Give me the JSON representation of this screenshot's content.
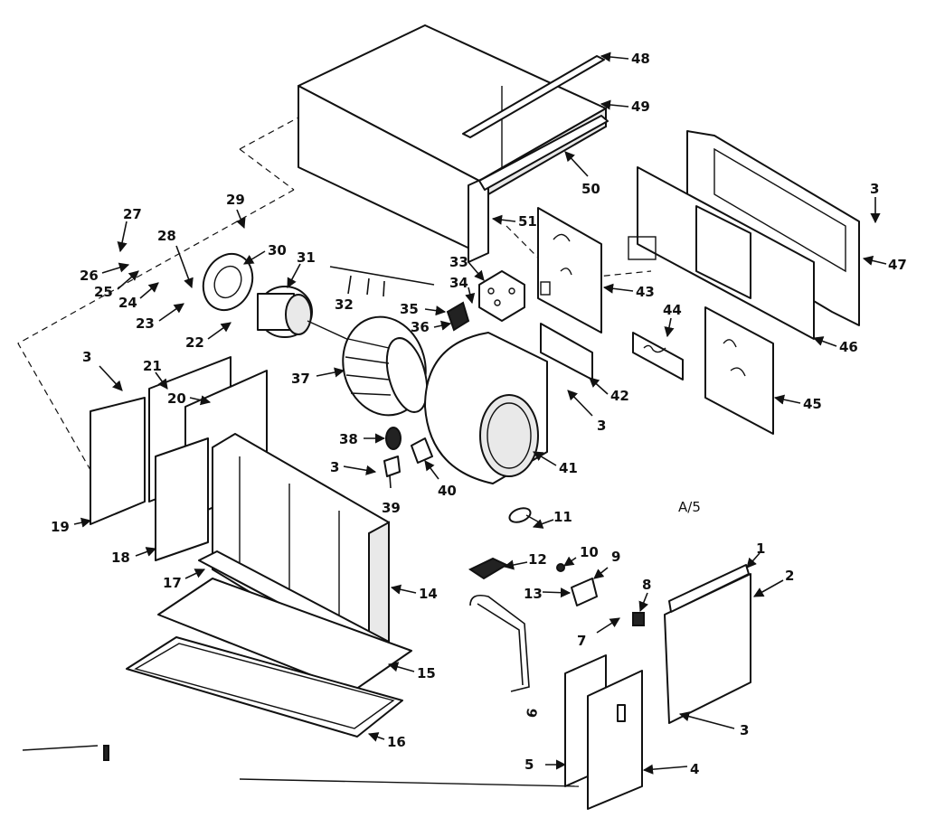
{
  "sheet_note": "A/5",
  "labels": [
    "1",
    "2",
    "3",
    "4",
    "5",
    "6",
    "7",
    "8",
    "9",
    "10",
    "11",
    "12",
    "13",
    "14",
    "15",
    "16",
    "17",
    "18",
    "19",
    "20",
    "21",
    "22",
    "23",
    "24",
    "25",
    "26",
    "27",
    "28",
    "29",
    "30",
    "31",
    "32",
    "33",
    "34",
    "35",
    "36",
    "37",
    "38",
    "39",
    "40",
    "41",
    "42",
    "43",
    "44",
    "45",
    "46",
    "47",
    "48",
    "49",
    "50",
    "51"
  ],
  "colors": {
    "ink": "#111111",
    "paper": "#ffffff"
  }
}
